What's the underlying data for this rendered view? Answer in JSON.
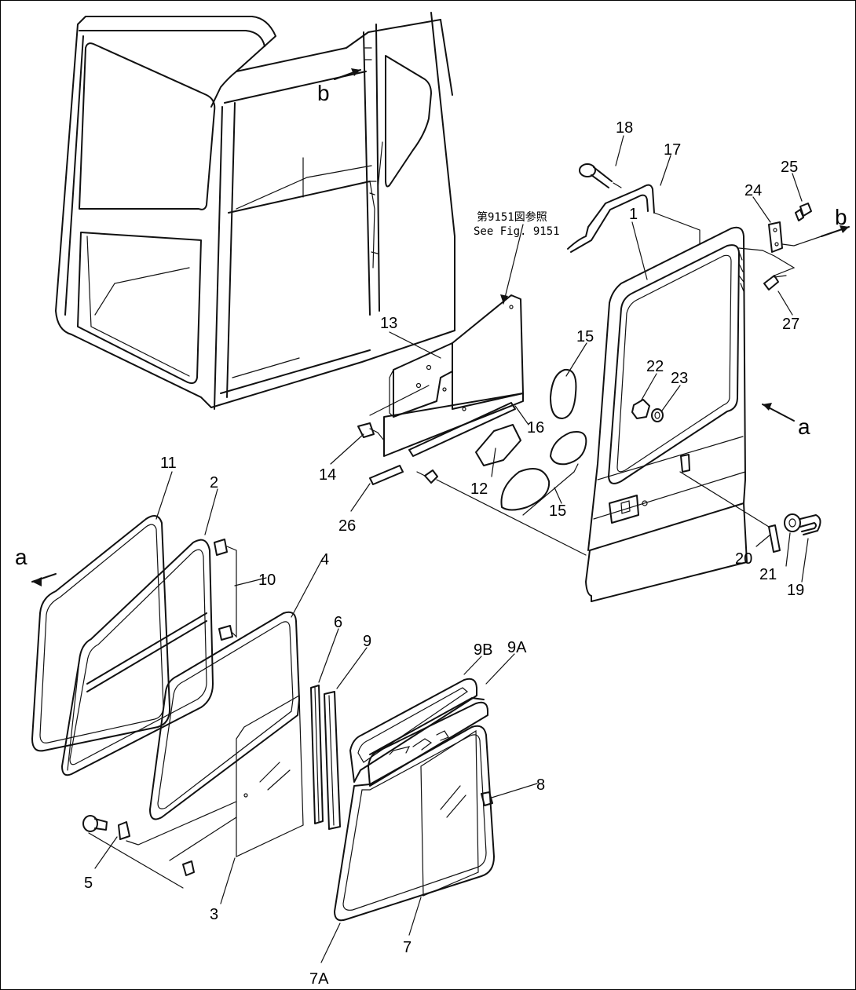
{
  "diagram": {
    "reference": {
      "line1": "第9151図参照",
      "line2": "See Fig. 9151"
    },
    "view_markers": {
      "a": "a",
      "b": "b"
    },
    "callouts": {
      "c1": "1",
      "c2": "2",
      "c3": "3",
      "c4": "4",
      "c5": "5",
      "c6": "6",
      "c7": "7",
      "c7A": "7A",
      "c8": "8",
      "c9": "9",
      "c9A": "9A",
      "c9B": "9B",
      "c10": "10",
      "c11": "11",
      "c12": "12",
      "c13": "13",
      "c14": "14",
      "c15": "15",
      "c16": "16",
      "c17": "17",
      "c18": "18",
      "c19": "19",
      "c20": "20",
      "c21": "21",
      "c22": "22",
      "c23": "23",
      "c24": "24",
      "c25": "25",
      "c26": "26",
      "c27": "27"
    }
  }
}
